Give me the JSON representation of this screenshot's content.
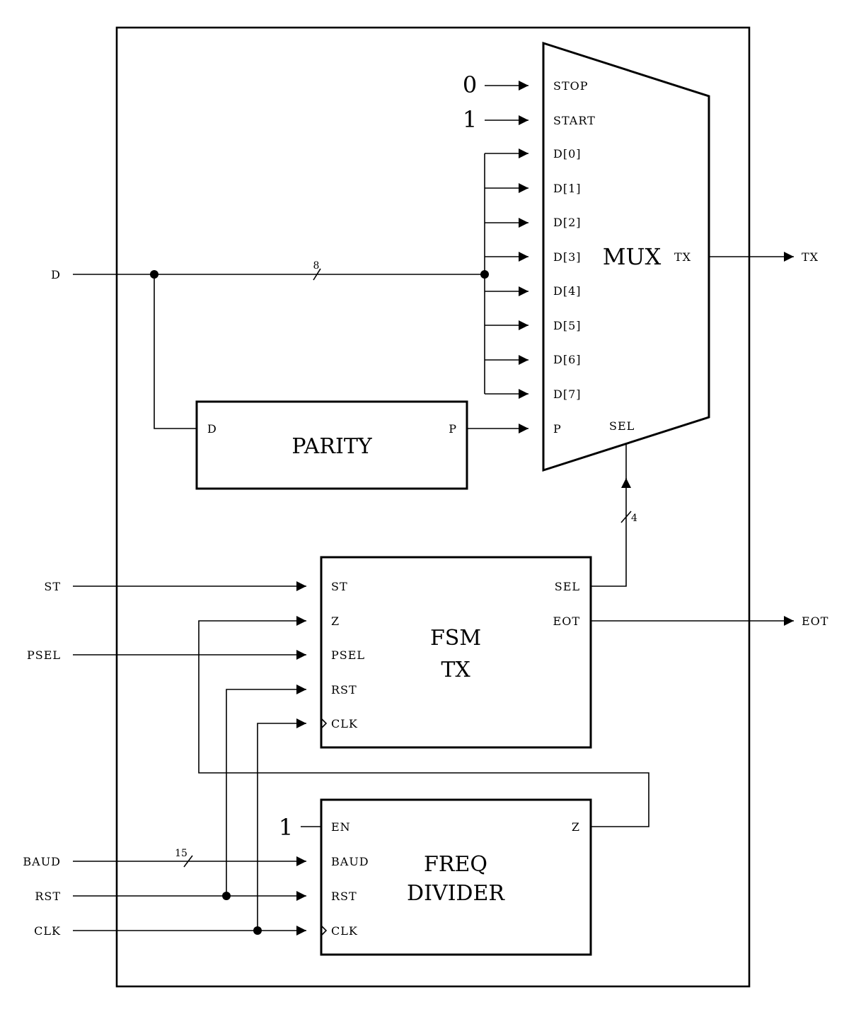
{
  "outer_ports": {
    "d": "D",
    "st": "ST",
    "psel": "PSEL",
    "baud": "BAUD",
    "rst": "RST",
    "clk": "CLK",
    "tx": "TX",
    "eot": "EOT"
  },
  "mux": {
    "title": "MUX",
    "inputs": [
      "STOP",
      "START",
      "D[0]",
      "D[1]",
      "D[2]",
      "D[3]",
      "D[4]",
      "D[5]",
      "D[6]",
      "D[7]",
      "P"
    ],
    "output": "TX",
    "sel": "SEL",
    "const_stop": "0",
    "const_start": "1"
  },
  "parity": {
    "title": "PARITY",
    "in": "D",
    "out": "P"
  },
  "fsm": {
    "title_line1": "FSM",
    "title_line2": "TX",
    "inputs": [
      "ST",
      "Z",
      "PSEL",
      "RST",
      "CLK"
    ],
    "out_sel": "SEL",
    "out_eot": "EOT"
  },
  "freq": {
    "title_line1": "FREQ",
    "title_line2": "DIVIDER",
    "inputs": [
      "EN",
      "BAUD",
      "RST",
      "CLK"
    ],
    "out": "Z",
    "const_en": "1"
  },
  "bus_widths": {
    "d": "8",
    "sel": "4",
    "baud": "15"
  }
}
